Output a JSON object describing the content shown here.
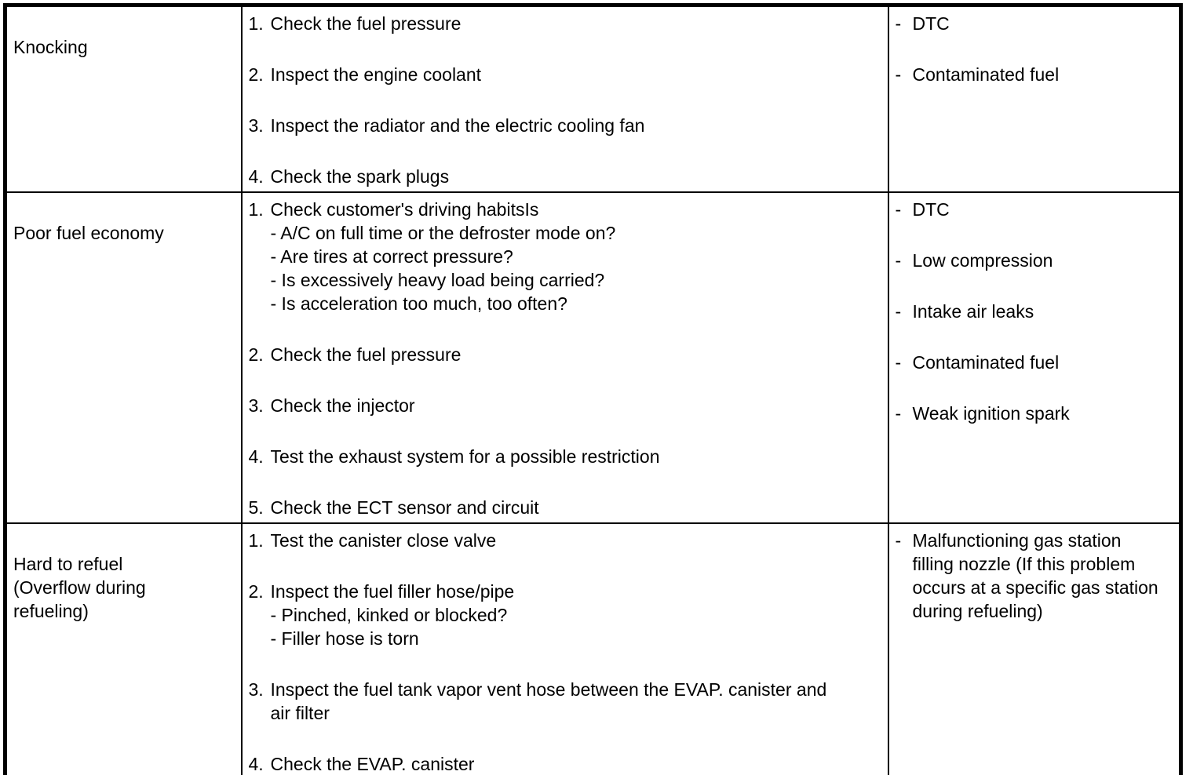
{
  "page": {
    "background_color": "#ffffff",
    "text_color": "#000000",
    "border_color": "#000000"
  },
  "table": {
    "dash": "-",
    "rows": [
      {
        "symptom": "Knocking",
        "steps": [
          {
            "num": "1.",
            "text": "Check the fuel pressure"
          },
          {
            "num": "2.",
            "text": "Inspect the engine coolant"
          },
          {
            "num": "3.",
            "text": "Inspect the radiator and the electric cooling fan"
          },
          {
            "num": "4.",
            "text": "Check the spark plugs"
          }
        ],
        "causes": [
          "DTC",
          "Contaminated fuel"
        ]
      },
      {
        "symptom": "Poor fuel economy",
        "steps": [
          {
            "num": "1.",
            "text": "Check customer's driving habitsIs\n- A/C on full time or the defroster mode on?\n- Are tires at correct pressure?\n- Is excessively heavy load being carried?\n- Is acceleration too much, too often?"
          },
          {
            "num": "2.",
            "text": "Check the fuel pressure"
          },
          {
            "num": "3.",
            "text": "Check the injector"
          },
          {
            "num": "4.",
            "text": "Test the exhaust system for a possible restriction"
          },
          {
            "num": "5.",
            "text": "Check the ECT sensor and circuit"
          }
        ],
        "causes": [
          "DTC",
          "Low compression",
          "Intake air leaks",
          "Contaminated fuel",
          "Weak ignition spark"
        ]
      },
      {
        "symptom": "Hard to refuel\n(Overflow during\nrefueling)",
        "steps": [
          {
            "num": "1.",
            "text": "Test the canister close valve"
          },
          {
            "num": "2.",
            "text": "Inspect the fuel filler hose/pipe\n- Pinched, kinked or blocked?\n- Filler hose is torn"
          },
          {
            "num": "3.",
            "text": "Inspect the fuel tank vapor vent hose between the EVAP. canister and\nair filter"
          },
          {
            "num": "4.",
            "text": "Check the EVAP. canister"
          }
        ],
        "causes": [
          "Malfunctioning gas station\nfilling nozzle (If this problem\noccurs at a specific gas station\nduring refueling)"
        ]
      }
    ]
  }
}
